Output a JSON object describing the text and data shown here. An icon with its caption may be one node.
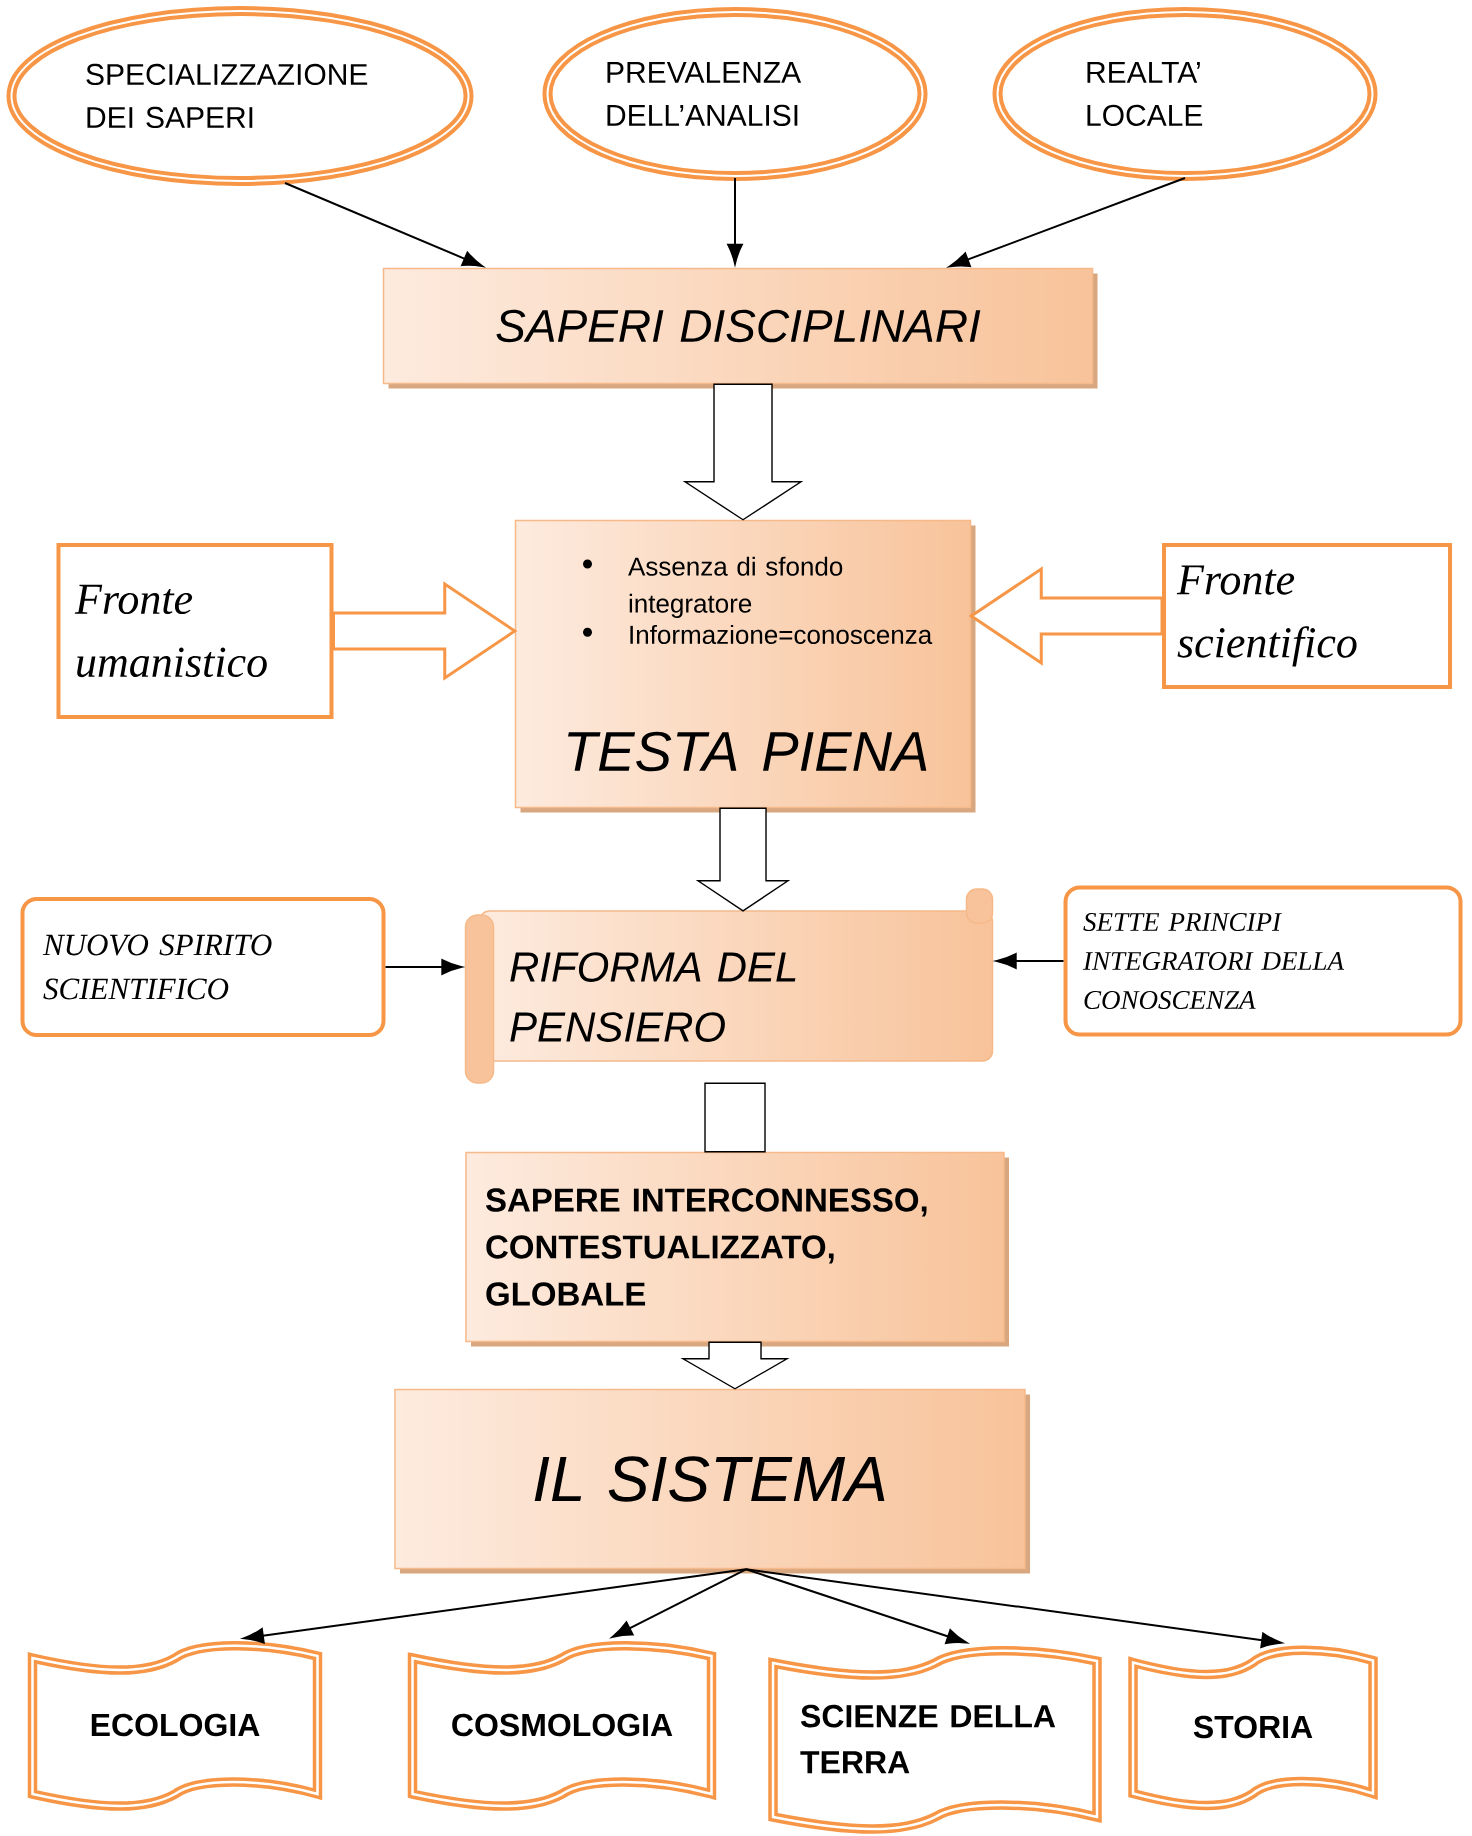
{
  "diagram": {
    "nodes": [
      {
        "text": [
          "SPECIALIZZAZIONE DEI SAPERI"
        ]
      },
      {
        "text": [
          "PREVALENZA DELL’ANALISI"
        ]
      },
      {
        "text": [
          "REALTA’ LOCALE"
        ]
      },
      {
        "text": [
          "SAPERI DISCIPLINARI"
        ]
      },
      {
        "text": [
          "Assenza di sfondo integratore",
          "Informazione=conoscenza",
          "TESTA PIENA"
        ]
      },
      {
        "text": [
          "Fronte umanistico"
        ]
      },
      {
        "text": [
          "Fronte scientifico"
        ]
      },
      {
        "text": [
          "NUOVO SPIRITO SCIENTIFICO"
        ]
      },
      {
        "text": [
          "RIFORMA DEL PENSIERO"
        ]
      },
      {
        "text": [
          "SETTE PRINCIPI INTEGRATORI DELLA CONOSCENZA"
        ]
      },
      {
        "text": [
          "SAPERE INTERCONNESSO, CONTESTUALIZZATO, GLOBALE"
        ]
      },
      {
        "text": [
          "IL SISTEMA"
        ]
      },
      {
        "text": [
          "ECOLOGIA"
        ]
      },
      {
        "text": [
          "COSMOLOGIA"
        ]
      },
      {
        "text": [
          "SCIENZE DELLA TERRA"
        ]
      },
      {
        "text": [
          "STORIA"
        ]
      }
    ],
    "edges": [
      {
        "from": 0,
        "to": 3,
        "arrow": "to"
      },
      {
        "from": 1,
        "to": 3,
        "arrow": "to"
      },
      {
        "from": 2,
        "to": 3,
        "arrow": "to"
      },
      {
        "from": 3,
        "to": 4,
        "arrow": "to",
        "style": "thick"
      },
      {
        "from": 5,
        "to": 4,
        "arrow": "to",
        "style": "thick",
        "color": "#f79646"
      },
      {
        "from": 6,
        "to": 4,
        "arrow": "to",
        "style": "thick",
        "color": "#f79646"
      },
      {
        "from": 4,
        "to": 8,
        "arrow": "to",
        "style": "thick"
      },
      {
        "from": 7,
        "to": 8,
        "arrow": "to"
      },
      {
        "from": 9,
        "to": 8,
        "arrow": "to"
      },
      {
        "from": 8,
        "to": 10,
        "arrow": "none",
        "style": "thick"
      },
      {
        "from": 10,
        "to": 11,
        "arrow": "to",
        "style": "thick"
      },
      {
        "from": 11,
        "to": 12,
        "arrow": "to"
      },
      {
        "from": 11,
        "to": 13,
        "arrow": "to"
      },
      {
        "from": 11,
        "to": 14,
        "arrow": "to"
      },
      {
        "from": 11,
        "to": 15,
        "arrow": "to"
      }
    ]
  }
}
